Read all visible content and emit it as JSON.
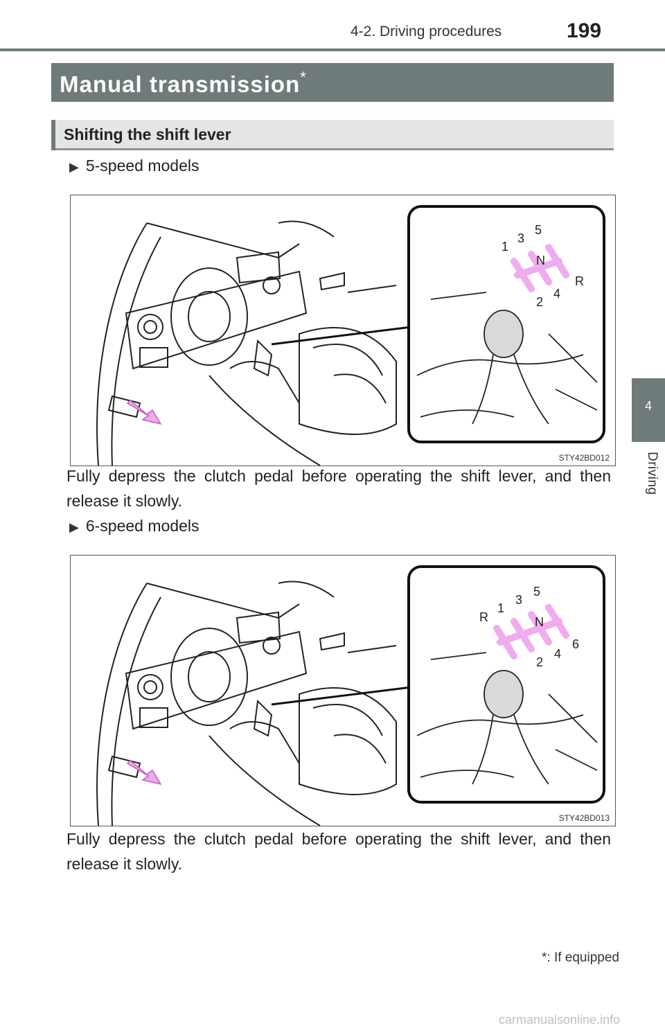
{
  "header": {
    "section": "4-2. Driving procedures",
    "page_number": "199"
  },
  "side_tab": {
    "number": "4",
    "label": "Driving"
  },
  "title": {
    "text": "Manual transmission",
    "mark": "*"
  },
  "subtitle": "Shifting the shift lever",
  "sections": [
    {
      "bullet": "5-speed models",
      "figure_code": "STY42BD012",
      "gears": [
        "1",
        "3",
        "5",
        "N",
        "2",
        "4",
        "R"
      ],
      "paragraph": "Fully depress the clutch pedal before operating the shift lever, and then release it slowly."
    },
    {
      "bullet": "6-speed models",
      "figure_code": "STY42BD013",
      "gears": [
        "R",
        "1",
        "3",
        "5",
        "N",
        "2",
        "4",
        "6"
      ],
      "paragraph": "Fully depress the clutch pedal before operating the shift lever, and then release it slowly."
    }
  ],
  "footnote": "*: If equipped",
  "watermark": "carmanualsonline.info",
  "colors": {
    "band": "#6f7b7a",
    "arrow": "#f0a8ee"
  }
}
